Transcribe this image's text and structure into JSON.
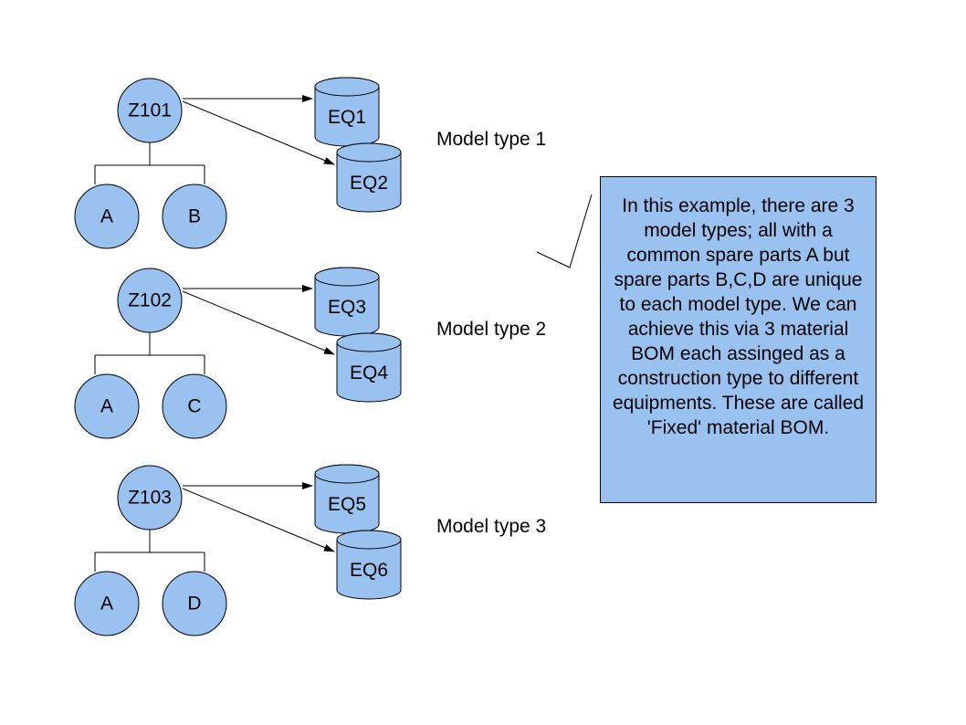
{
  "diagram": {
    "groups": [
      {
        "root": "Z101",
        "children": [
          "A",
          "B"
        ],
        "equipments": [
          "EQ1",
          "EQ2"
        ],
        "model_label": "Model type 1"
      },
      {
        "root": "Z102",
        "children": [
          "A",
          "C"
        ],
        "equipments": [
          "EQ3",
          "EQ4"
        ],
        "model_label": "Model type 2"
      },
      {
        "root": "Z103",
        "children": [
          "A",
          "D"
        ],
        "equipments": [
          "EQ5",
          "EQ6"
        ],
        "model_label": "Model type 3"
      }
    ],
    "callout_text": "In this example, there are 3 model types; all with a common spare parts A but spare parts B,C,D are unique to each model type. We can achieve this via 3 material BOM each assinged as a construction type to different equipments. These are called 'Fixed' material BOM.",
    "node_color": "#99c2f0"
  }
}
